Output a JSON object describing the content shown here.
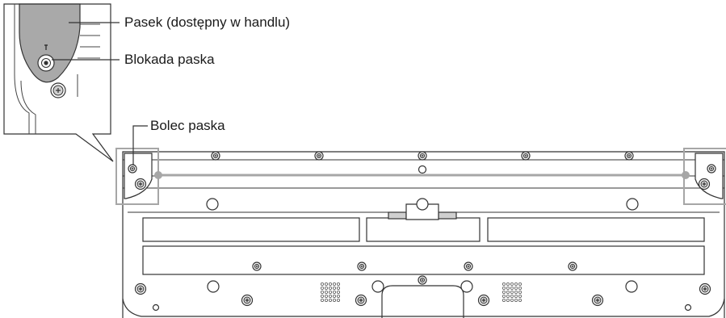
{
  "callouts": {
    "strap": "Pasek (dostępny w handlu)",
    "strap_lock": "Blokada paska",
    "strap_pin": "Bolec paska"
  },
  "colors": {
    "line": "#333333",
    "strap": "#a7a7a7",
    "highlight": "#a6a6a6",
    "background": "#ffffff"
  }
}
